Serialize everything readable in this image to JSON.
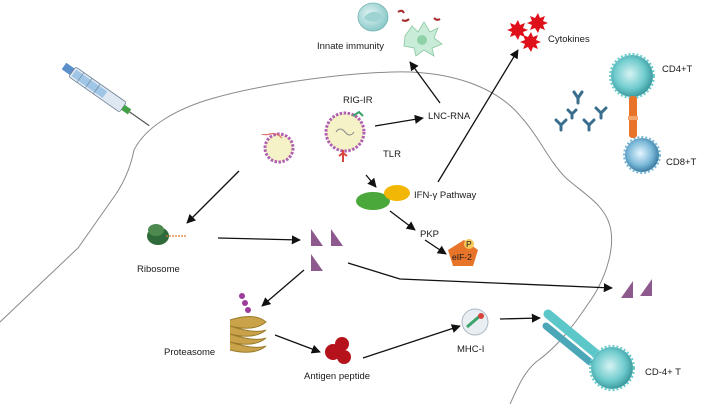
{
  "labels": {
    "innate_immunity": "Innate immunity",
    "cytokines": "Cytokines",
    "cd4t_top": "CD4+T",
    "cd8t": "CD8+T",
    "rig_ir": "RIG-IR",
    "lnc_rna": "LNC-RNA",
    "tlr": "TLR",
    "ifn_pathway": "IFN-γ Pathway",
    "pkp": "PKP",
    "eif2": "eIF-2",
    "eif2_p": "P",
    "ribosome": "Ribosome",
    "proteasome": "Proteasome",
    "antigen_peptide": "Antigen peptide",
    "mhc_i": "MHC-I",
    "cd4t_bottom": "CD-4+ T"
  },
  "colors": {
    "membrane": "#8a8a8a",
    "arrow": "#111111",
    "antigen_triangle": "#8e5a8e",
    "peptide_red": "#b5121b",
    "cytokine_red": "#e0101a",
    "tcell_cyan": "#5cc7c9",
    "ifn_green": "#4aa83a",
    "ifn_yellow": "#f2b705",
    "eif_orange": "#e8742a",
    "proteasome_gold": "#c9a24a"
  }
}
